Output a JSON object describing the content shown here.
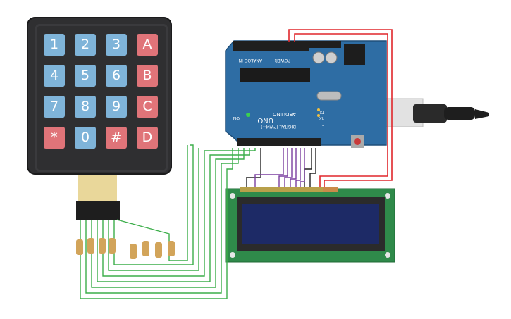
{
  "keypad": {
    "keys": [
      {
        "label": "1",
        "kind": "blue"
      },
      {
        "label": "2",
        "kind": "blue"
      },
      {
        "label": "3",
        "kind": "blue"
      },
      {
        "label": "A",
        "kind": "red"
      },
      {
        "label": "4",
        "kind": "blue"
      },
      {
        "label": "5",
        "kind": "blue"
      },
      {
        "label": "6",
        "kind": "blue"
      },
      {
        "label": "B",
        "kind": "red"
      },
      {
        "label": "7",
        "kind": "blue"
      },
      {
        "label": "8",
        "kind": "blue"
      },
      {
        "label": "9",
        "kind": "blue"
      },
      {
        "label": "C",
        "kind": "red"
      },
      {
        "label": "*",
        "kind": "red"
      },
      {
        "label": "0",
        "kind": "blue"
      },
      {
        "label": "#",
        "kind": "red"
      },
      {
        "label": "D",
        "kind": "red"
      }
    ]
  },
  "arduino": {
    "brand": "ARDUINO",
    "model": "UNO",
    "header_power": "POWER",
    "header_analog": "ANALOG IN",
    "header_digital": "DIGITAL (PWM~)",
    "label_on": "ON",
    "label_tx": "TX",
    "label_rx": "RX",
    "label_l": "L"
  },
  "colors": {
    "board": "#2e6da4",
    "wire_green": "#3cae4a",
    "wire_red": "#e0262b",
    "wire_purple": "#7a3fa0",
    "wire_black": "#222222",
    "lcd_body": "#2f8a4a",
    "lcd_screen": "#1d2a66"
  }
}
